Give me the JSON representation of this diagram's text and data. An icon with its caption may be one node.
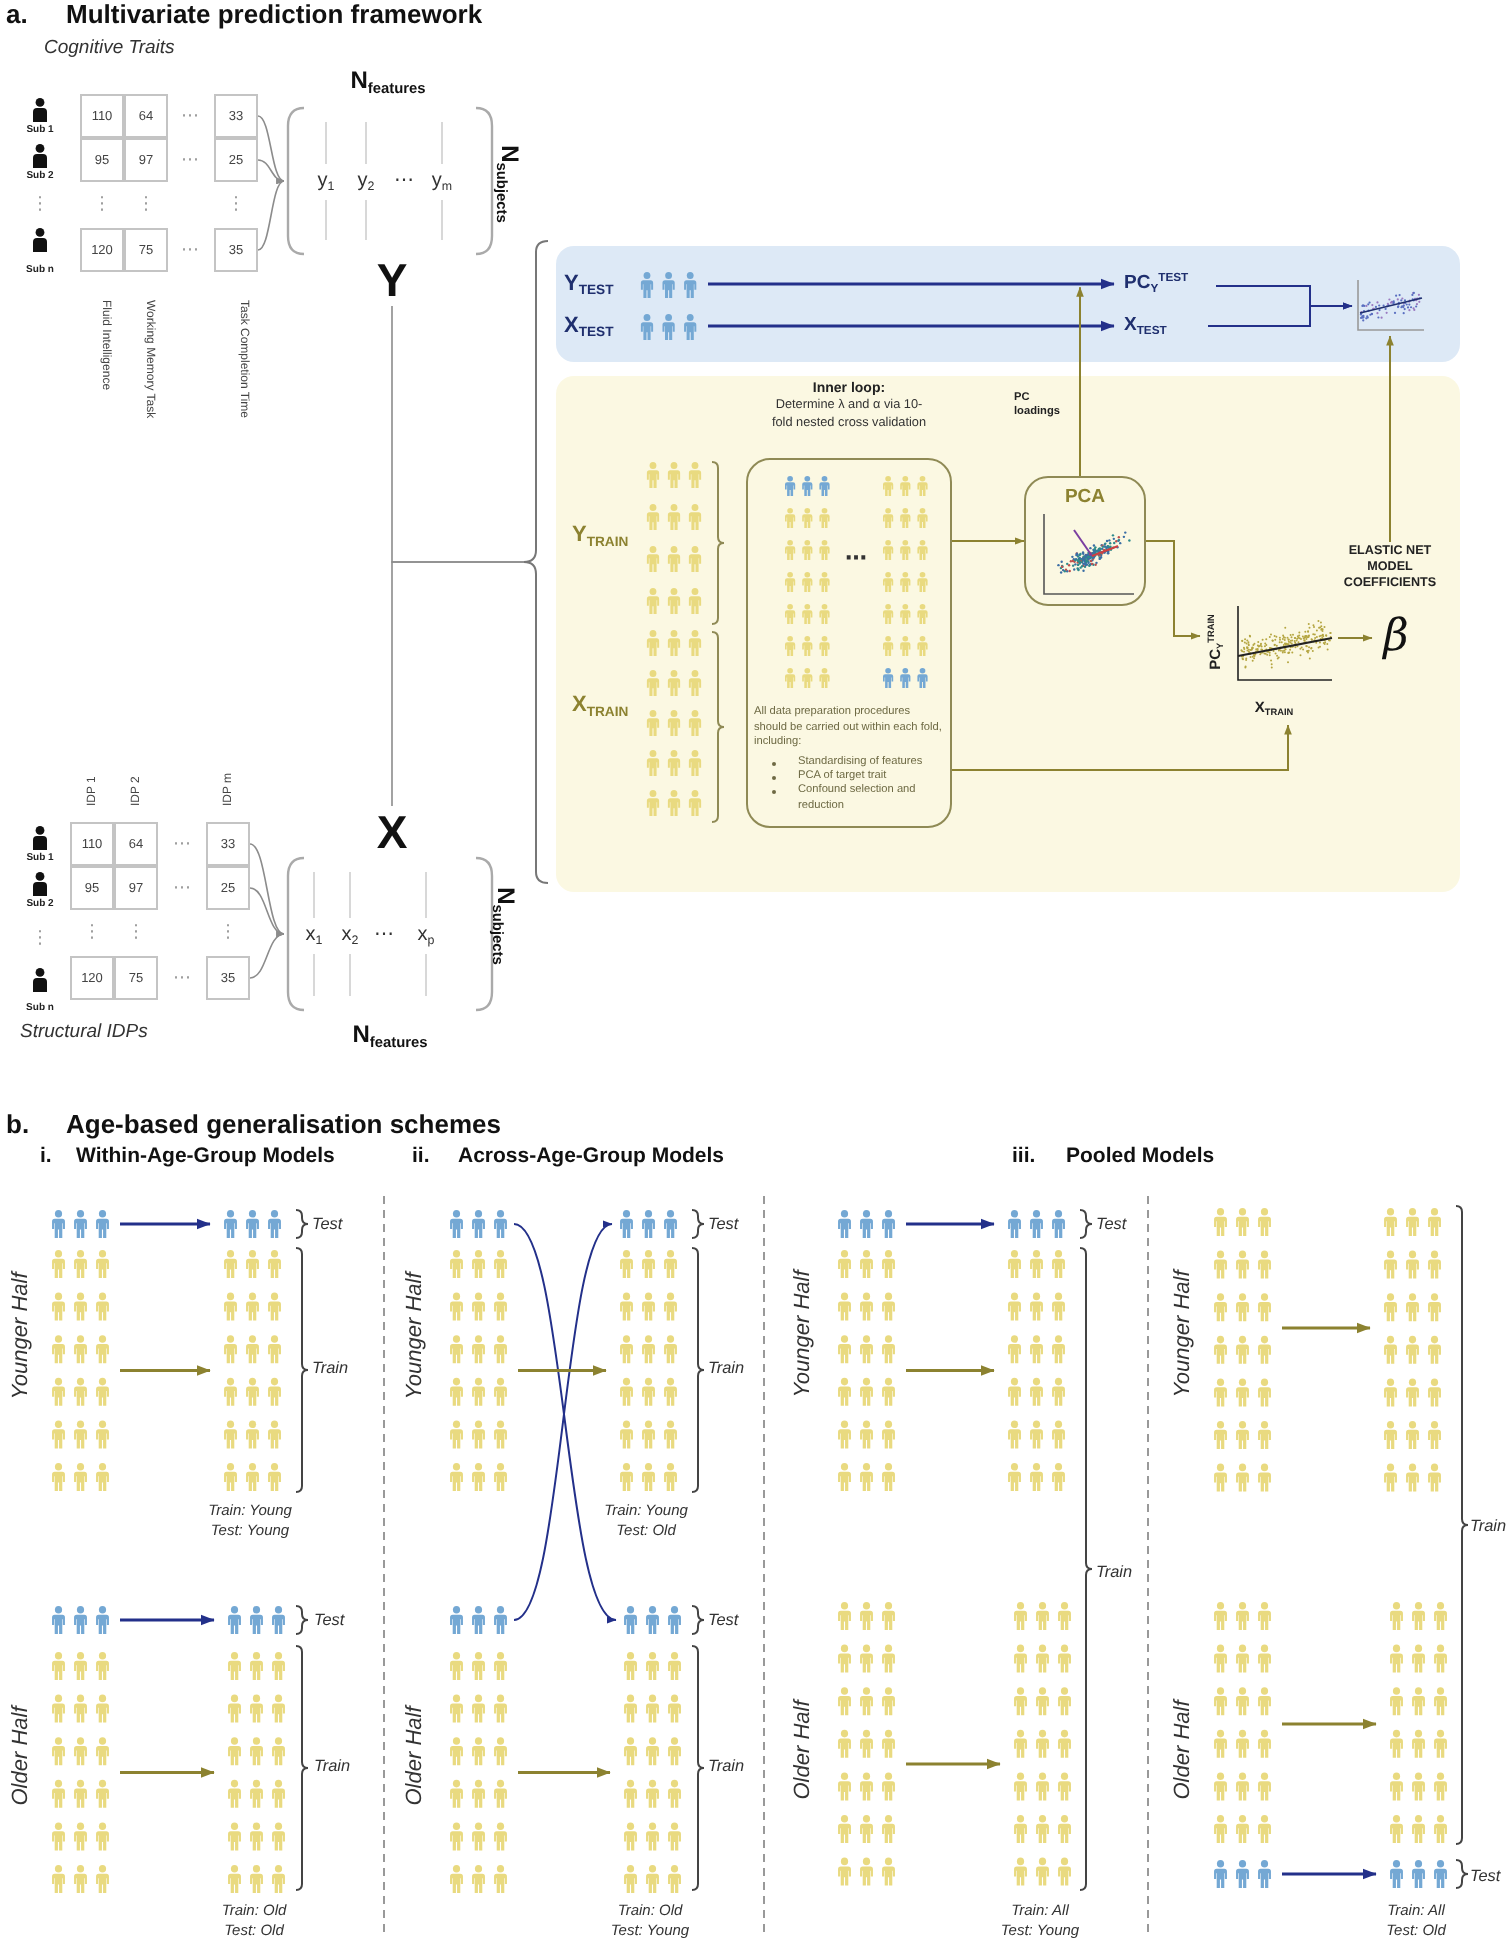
{
  "diagram": {
    "nodes": [
      {
        "text": [
          "110"
        ]
      },
      {
        "text": [
          "64"
        ]
      },
      {
        "text": [
          "33"
        ]
      },
      {
        "text": [
          "95"
        ]
      },
      {
        "text": [
          "97"
        ]
      },
      {
        "text": [
          "25"
        ]
      },
      {
        "text": [
          "120"
        ]
      },
      {
        "text": [
          "75"
        ]
      },
      {
        "text": [
          "35"
        ]
      },
      {
        "text": [
          "y$_{1}$",
          "y$_{2}$",
          "⋯",
          "y$_{m}$"
        ],
        "beside": [
          "N$_{features}$",
          "N$_{subjects}$"
        ]
      },
      {
        "text": [
          "Y"
        ]
      },
      {
        "text": [],
        "shape": "brace"
      },
      {
        "text": [],
        "shape": "box"
      },
      {
        "text": [
          "Y$_{TEST}$"
        ],
        "in": 12
      },
      {
        "text": [
          "PC$_{Y}$$^{TEST}$"
        ],
        "in": 12
      },
      {
        "text": [
          "X$_{TEST}$"
        ],
        "in": 12
      },
      {
        "text": [
          "X$_{TEST}$"
        ],
        "in": 12
      },
      {
        "text": [],
        "shape": "picture",
        "in": 12
      },
      {
        "text": [],
        "shape": "box"
      },
      {
        "text": [
          "Inner loop:",
          "Determine λ and α via 10-fold nested cross validation",
          "⋯",
          "All data preparation procedures should be carried out within each fold, including:",
          "Standardising of features",
          "PCA of target trait",
          "Confound selection and reduction"
        ],
        "in": 18
      },
      {
        "text": [
          "PCA"
        ],
        "in": 18
      },
      {
        "text": [
          "ELASTIC NET MODEL COEFFICIENTS"
        ],
        "in": 18
      },
      {
        "text": [
          "PC$_{Y}$$^{TRAIN}$",
          "X$_{TRAIN}$"
        ],
        "in": 18
      },
      {
        "text": [
          "β"
        ],
        "in": 18
      },
      {
        "text": [
          "X"
        ]
      },
      {
        "text": [
          "110"
        ]
      },
      {
        "text": [
          "64"
        ]
      },
      {
        "text": [
          "33"
        ]
      },
      {
        "text": [
          "95"
        ]
      },
      {
        "text": [
          "97"
        ]
      },
      {
        "text": [
          "25"
        ]
      },
      {
        "text": [
          "120"
        ]
      },
      {
        "text": [
          "75"
        ]
      },
      {
        "text": [
          "35"
        ]
      },
      {
        "text": [
          "x$_{1}$",
          "x$_{2}$",
          "⋯",
          "x$_{p}$"
        ],
        "beside": [
          "N$_{subjects}$",
          "N$_{features}$"
        ]
      },
      {
        "text": [],
        "shape": "person"
      },
      {
        "text": [],
        "shape": "person"
      },
      {
        "text": [],
        "shape": "person"
      },
      {
        "text": [],
        "shape": "person"
      },
      {
        "text": [],
        "shape": "person"
      },
      {
        "text": [],
        "shape": "person"
      },
      {
        "text": [],
        "shape": "person"
      },
      {
        "text": [],
        "shape": "person"
      },
      {
        "text": [],
        "shape": "person"
      },
      {
        "text": [],
        "shape": "person"
      },
      {
        "text": [],
        "shape": "person"
      },
      {
        "text": [],
        "shape": "person"
      },
      {
        "text": [],
        "shape": "person"
      },
      {
        "text": [],
        "shape": "person"
      },
      {
        "text": [],
        "shape": "person"
      },
      {
        "text": [],
        "shape": "person"
      },
      {
        "text": [],
        "shape": "person"
      },
      {
        "text": [],
        "shape": "person"
      },
      {
        "text": [],
        "shape": "person"
      },
      {
        "text": [],
        "shape": "person"
      },
      {
        "text": [],
        "shape": "person"
      },
      {
        "text": [],
        "shape": "person"
      },
      {
        "text": [],
        "shape": "person"
      },
      {
        "text": [],
        "shape": "person"
      },
      {
        "text": [],
        "shape": "person"
      },
      {
        "text": [],
        "shape": "person"
      },
      {
        "text": [],
        "shape": "person"
      },
      {
        "text": [],
        "shape": "person"
      }
    ],
    "edges": [
      {
        "from": 2,
        "to": 9,
        "arrow": "to",
        "color": "#8c8c8c"
      },
      {
        "from": 5,
        "to": 9,
        "arrow": "to",
        "color": "#8c8c8c"
      },
      {
        "from": 8,
        "to": 9,
        "arrow": "to",
        "color": "#8c8c8c"
      },
      {
        "from": 10,
        "to": 11,
        "arrow": "none",
        "color": "#8c8c8c"
      },
      {
        "from": 24,
        "to": 11,
        "arrow": "none",
        "color": "#8c8c8c"
      },
      {
        "from": 13,
        "to": 14,
        "arrow": "to",
        "color": "#23308a"
      },
      {
        "from": 15,
        "to": 16,
        "arrow": "to",
        "color": "#23308a"
      },
      {
        "from": 14,
        "to": 17,
        "arrow": "to",
        "color": "#23308a"
      },
      {
        "from": 16,
        "to": 17,
        "arrow": "to",
        "color": "#23308a"
      },
      {
        "from": 20,
        "to": 14,
        "arrow": "to",
        "label": "PC loadings"
      },
      {
        "from": 19,
        "to": 20,
        "arrow": "to"
      },
      {
        "from": 20,
        "to": 22,
        "arrow": "to"
      },
      {
        "from": 19,
        "to": 22,
        "arrow": "to"
      },
      {
        "from": 22,
        "to": 23,
        "arrow": "to"
      },
      {
        "from": 21,
        "to": 17,
        "arrow": "to"
      },
      {
        "from": 27,
        "to": 34,
        "arrow": "to",
        "color": "#8c8c8c"
      },
      {
        "from": 30,
        "to": 34,
        "arrow": "to",
        "color": "#8c8c8c"
      },
      {
        "from": 33,
        "to": 34,
        "arrow": "to",
        "color": "#8c8c8c"
      },
      {
        "from": 35,
        "to": 36,
        "arrow": "to",
        "color": "#23308a"
      },
      {
        "from": 37,
        "to": 38,
        "arrow": "to"
      },
      {
        "from": 39,
        "to": 40,
        "arrow": "to",
        "color": "#23308a"
      },
      {
        "from": 41,
        "to": 42,
        "arrow": "to"
      },
      {
        "from": 43,
        "to": 48,
        "arrow": "to",
        "color": "#23308a"
      },
      {
        "from": 47,
        "to": 44,
        "arrow": "to",
        "color": "#23308a"
      },
      {
        "from": 45,
        "to": 46,
        "arrow": "to"
      },
      {
        "from": 49,
        "to": 50,
        "arrow": "to"
      },
      {
        "from": 51,
        "to": 52,
        "arrow": "to",
        "color": "#23308a"
      },
      {
        "from": 53,
        "to": 54,
        "arrow": "to"
      },
      {
        "from": 55,
        "to": 56,
        "arrow": "to"
      },
      {
        "from": 57,
        "to": 58,
        "arrow": "to"
      },
      {
        "from": 59,
        "to": 60,
        "arrow": "to"
      },
      {
        "from": 61,
        "to": 62,
        "arrow": "to",
        "color": "#23308a"
      }
    ],
    "labels": [
      "a.",
      "Multivariate prediction framework",
      "Cognitive Traits",
      "Sub 1",
      "⋯",
      "Sub 2",
      "⋯",
      "⋮",
      "⋮",
      "⋮",
      "⋮",
      "Sub n",
      "⋯",
      "Fluid Intelligence",
      "Working Memory Task",
      "Task Completion Time",
      "Y$_{TRAIN}$",
      "X$_{TRAIN}$",
      "IDP 1",
      "IDP 2",
      "IDP m",
      "Sub 1",
      "⋯",
      "Sub 2",
      "⋯",
      "⋮",
      "⋮",
      "⋮",
      "⋮",
      "Sub n",
      "⋯",
      "Structural IDPs",
      "b.",
      "Age-based generalisation schemes",
      "i.",
      "Within-Age-Group Models",
      "ii.",
      "Across-Age-Group Models",
      "iii.",
      "Pooled Models",
      "Younger Half",
      "Test",
      "Train",
      "Train: Young",
      "Test: Young",
      "Older Half",
      "Test",
      "Train",
      "Train: Old",
      "Test: Old",
      "Younger Half",
      "Test",
      "Train",
      "Train: Young",
      "Test: Old",
      "Older Half",
      "Test",
      "Train",
      "Train: Old",
      "Test: Young",
      "Younger Half",
      "Test",
      "Train",
      "Older Half",
      "Train: All",
      "Test: Young",
      "Younger Half",
      "Train",
      "Older Half",
      "Test",
      "Train: All",
      "Test: Old"
    ]
  }
}
